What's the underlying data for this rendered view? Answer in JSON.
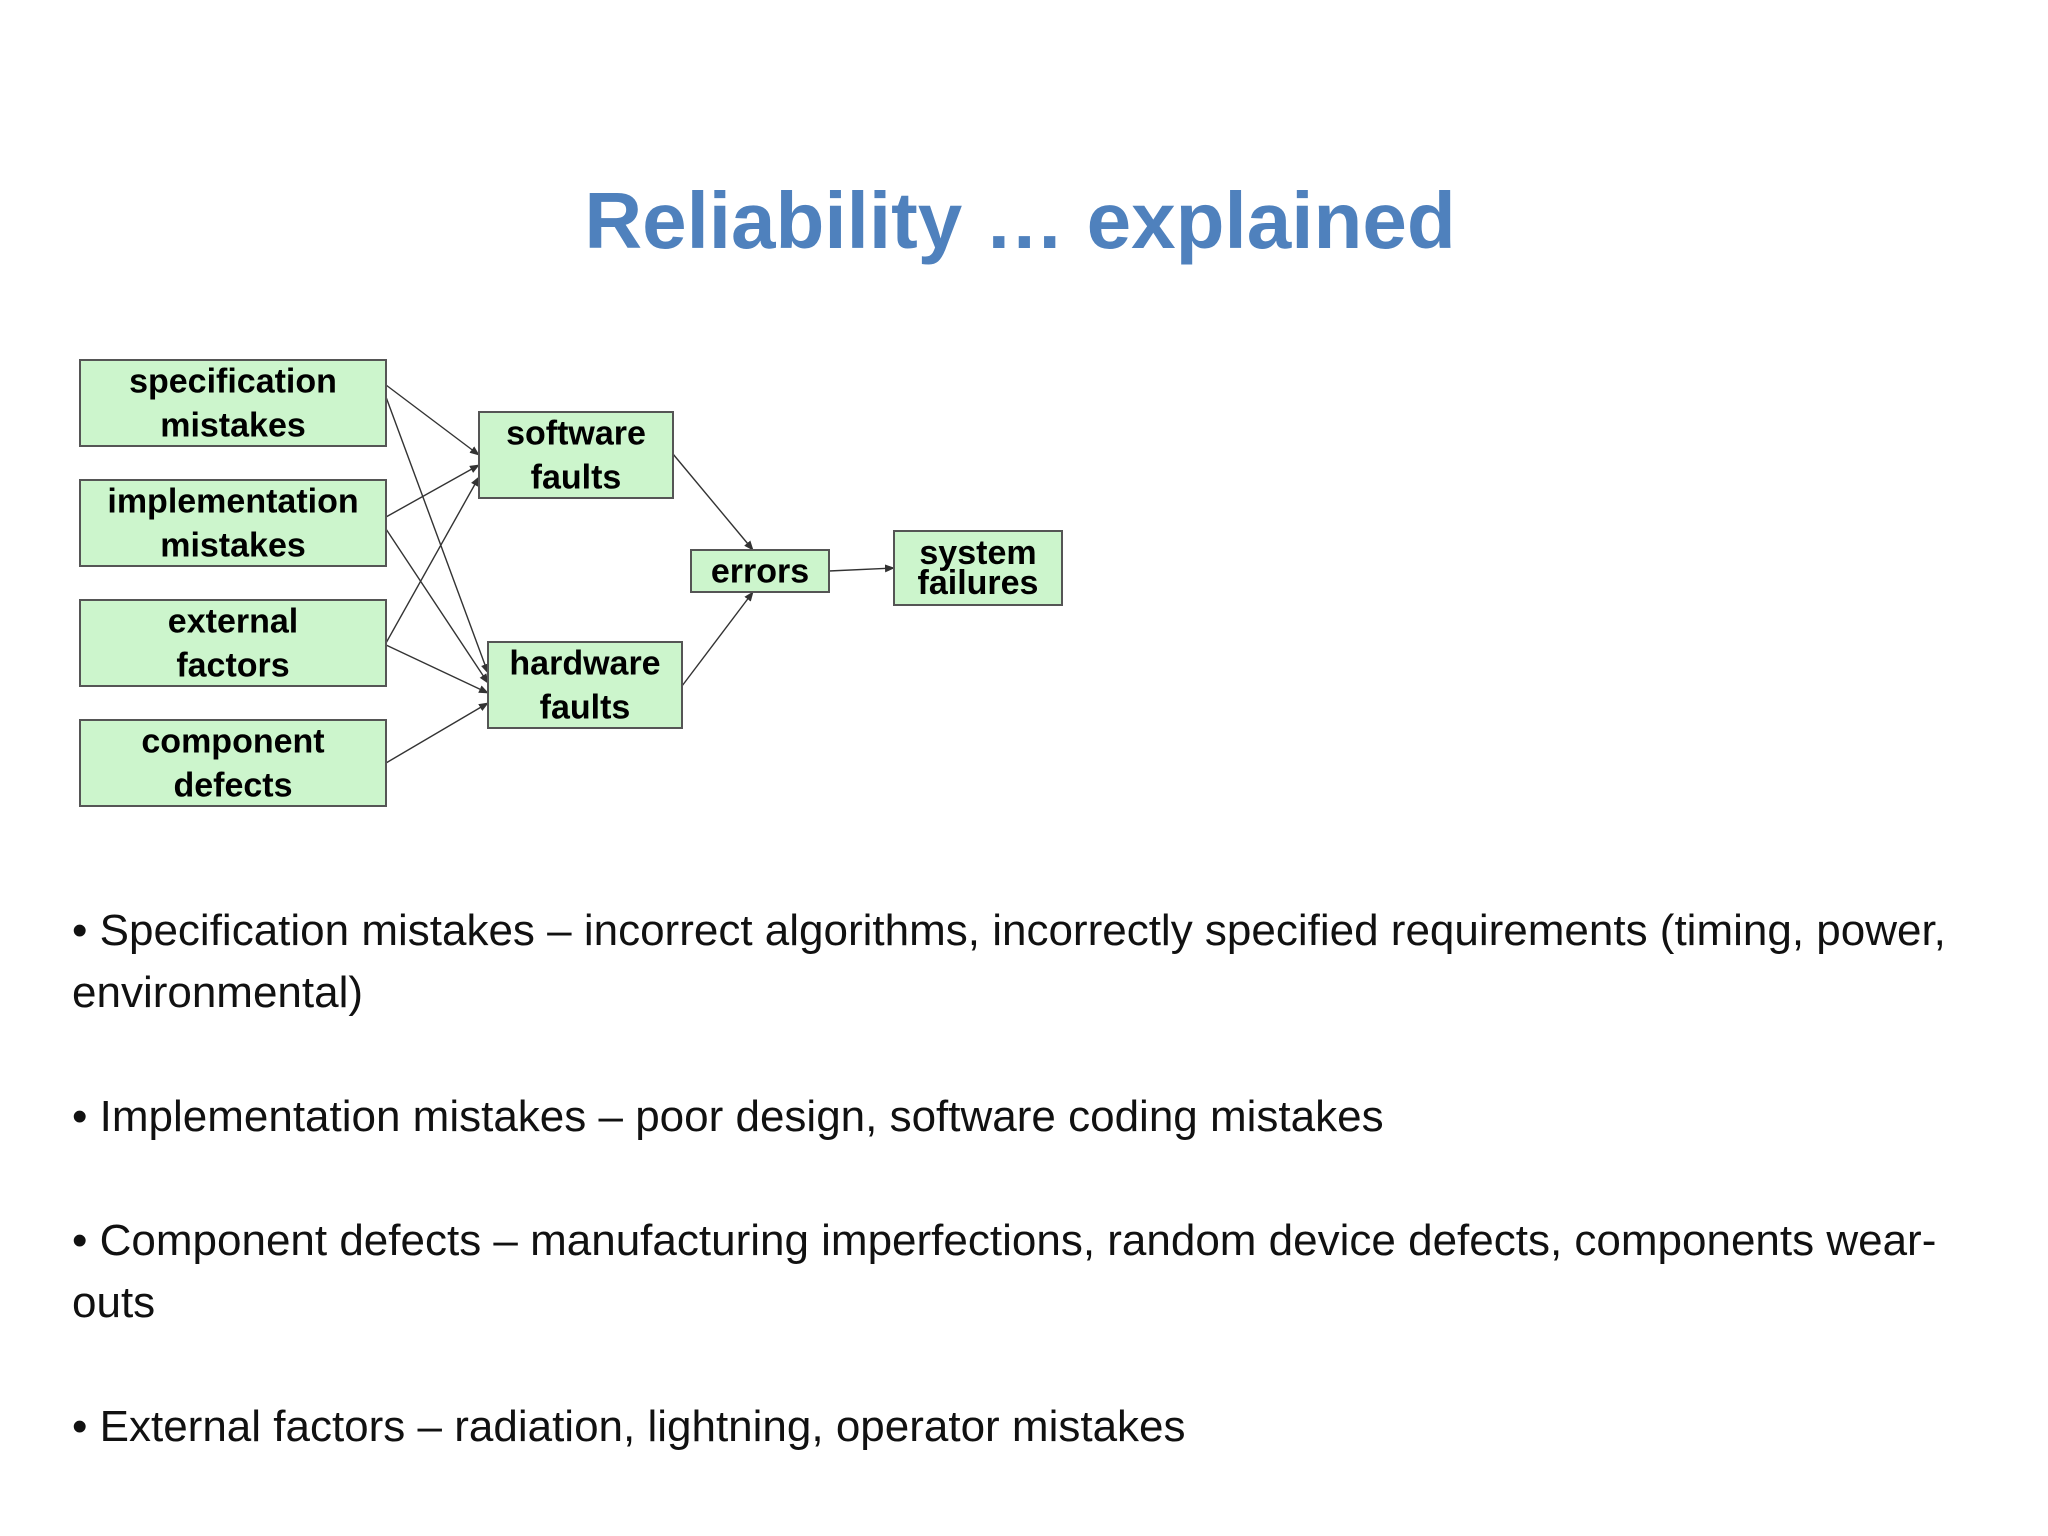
{
  "title": "Reliability … explained",
  "diagram": {
    "nodes": [
      {
        "id": "spec",
        "lines": [
          "specification",
          "mistakes"
        ]
      },
      {
        "id": "impl",
        "lines": [
          "implementation",
          "mistakes"
        ]
      },
      {
        "id": "ext",
        "lines": [
          "external",
          "factors"
        ]
      },
      {
        "id": "comp",
        "lines": [
          "component",
          "defects"
        ]
      },
      {
        "id": "sw",
        "lines": [
          "software",
          "faults"
        ]
      },
      {
        "id": "hw",
        "lines": [
          "hardware",
          "faults"
        ]
      },
      {
        "id": "err",
        "lines": [
          "errors"
        ]
      },
      {
        "id": "sys",
        "lines": [
          "system",
          "failures"
        ]
      }
    ],
    "edges": [
      [
        "spec",
        "sw"
      ],
      [
        "spec",
        "hw"
      ],
      [
        "impl",
        "sw"
      ],
      [
        "impl",
        "hw"
      ],
      [
        "ext",
        "sw"
      ],
      [
        "ext",
        "hw"
      ],
      [
        "comp",
        "hw"
      ],
      [
        "sw",
        "err"
      ],
      [
        "hw",
        "err"
      ],
      [
        "err",
        "sys"
      ]
    ],
    "colors": {
      "box_fill": "#ccf5cc",
      "box_border": "#555555"
    }
  },
  "bullets": [
    "• Specification mistakes – incorrect algorithms, incorrectly specified requirements (timing, power, environmental)",
    "• Implementation mistakes – poor design, software coding mistakes",
    "• Component defects – manufacturing imperfections, random device defects, components wear-outs",
    "• External factors – radiation, lightning, operator mistakes"
  ],
  "colors": {
    "title": "#4f81bd"
  }
}
